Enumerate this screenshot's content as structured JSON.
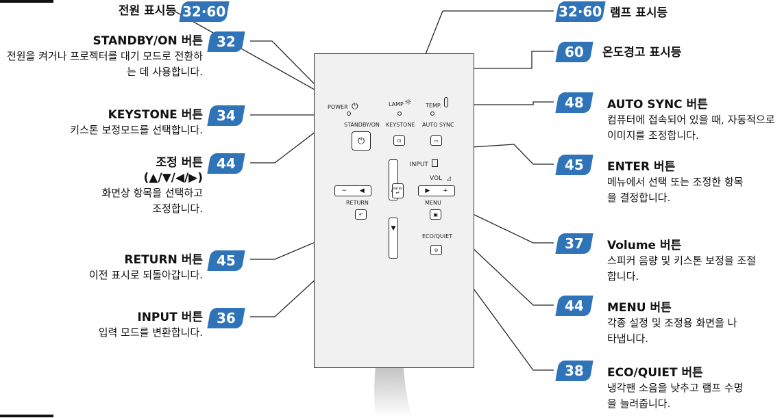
{
  "left_callouts": [
    {
      "name": "power-indicator",
      "title": "전원 표시등",
      "badge": "32·60",
      "desc": ""
    },
    {
      "name": "standby-on-button",
      "title": "STANDBY/ON 버튼",
      "badge": "32",
      "desc": "전원을 켜거나 프로젝터를 대기 모드로 전환하는 데 사용합니다."
    },
    {
      "name": "keystone-button",
      "title": "KEYSTONE 버튼",
      "badge": "34",
      "desc": "키스톤 보정모드를 선택합니다."
    },
    {
      "name": "adjustment-buttons",
      "title": "조정 버튼",
      "subtitle": "(▲/▼/◀/▶)",
      "badge": "44",
      "desc": "화면상 항목을 선택하고 조정합니다."
    },
    {
      "name": "return-button",
      "title": "RETURN 버튼",
      "badge": "45",
      "desc": "이전 표시로 되돌아갑니다."
    },
    {
      "name": "input-button",
      "title": "INPUT 버튼",
      "badge": "36",
      "desc": "입력 모드를 변환합니다."
    }
  ],
  "right_callouts": [
    {
      "name": "lamp-indicator",
      "title": "램프 표시등",
      "badge": "32·60",
      "desc": ""
    },
    {
      "name": "temperature-warning-indicator",
      "title": "온도경고 표시등",
      "badge": "60",
      "desc": ""
    },
    {
      "name": "auto-sync-button",
      "title": "AUTO SYNC 버튼",
      "badge": "48",
      "desc": "컴퓨터에 접속되어 있을 때, 자동적으로 이미지를 조정합니다."
    },
    {
      "name": "enter-button",
      "title": "ENTER 버튼",
      "badge": "45",
      "desc": "메뉴에서 선택 또는 조정한 항목을 결정합니다."
    },
    {
      "name": "volume-button",
      "title": "Volume 버튼",
      "badge": "37",
      "desc": "스피커 음량 및 키스톤 보정을 조절합니다."
    },
    {
      "name": "menu-button",
      "title": "MENU 버튼",
      "badge": "44",
      "desc": "각종 설정 및 조정용 화면을 나타냅니다."
    },
    {
      "name": "eco-quiet-button",
      "title": "ECO/QUIET 버튼",
      "badge": "38",
      "desc": "냉각팬 소음을 낮추고 램프 수명을 늘려줍니다."
    }
  ],
  "panel": {
    "power": "POWER",
    "lamp": "LAMP",
    "temp": "TEMP.",
    "standby": "STANDBY/ON",
    "keystone": "KEYSTONE",
    "autosync": "AUTO SYNC",
    "input": "INPUT",
    "vol": "VOL",
    "return": "RETURN",
    "menu": "MENU",
    "enter": "ENTER",
    "eco": "ECO/QUIET",
    "minus": "−",
    "plus": "+"
  }
}
